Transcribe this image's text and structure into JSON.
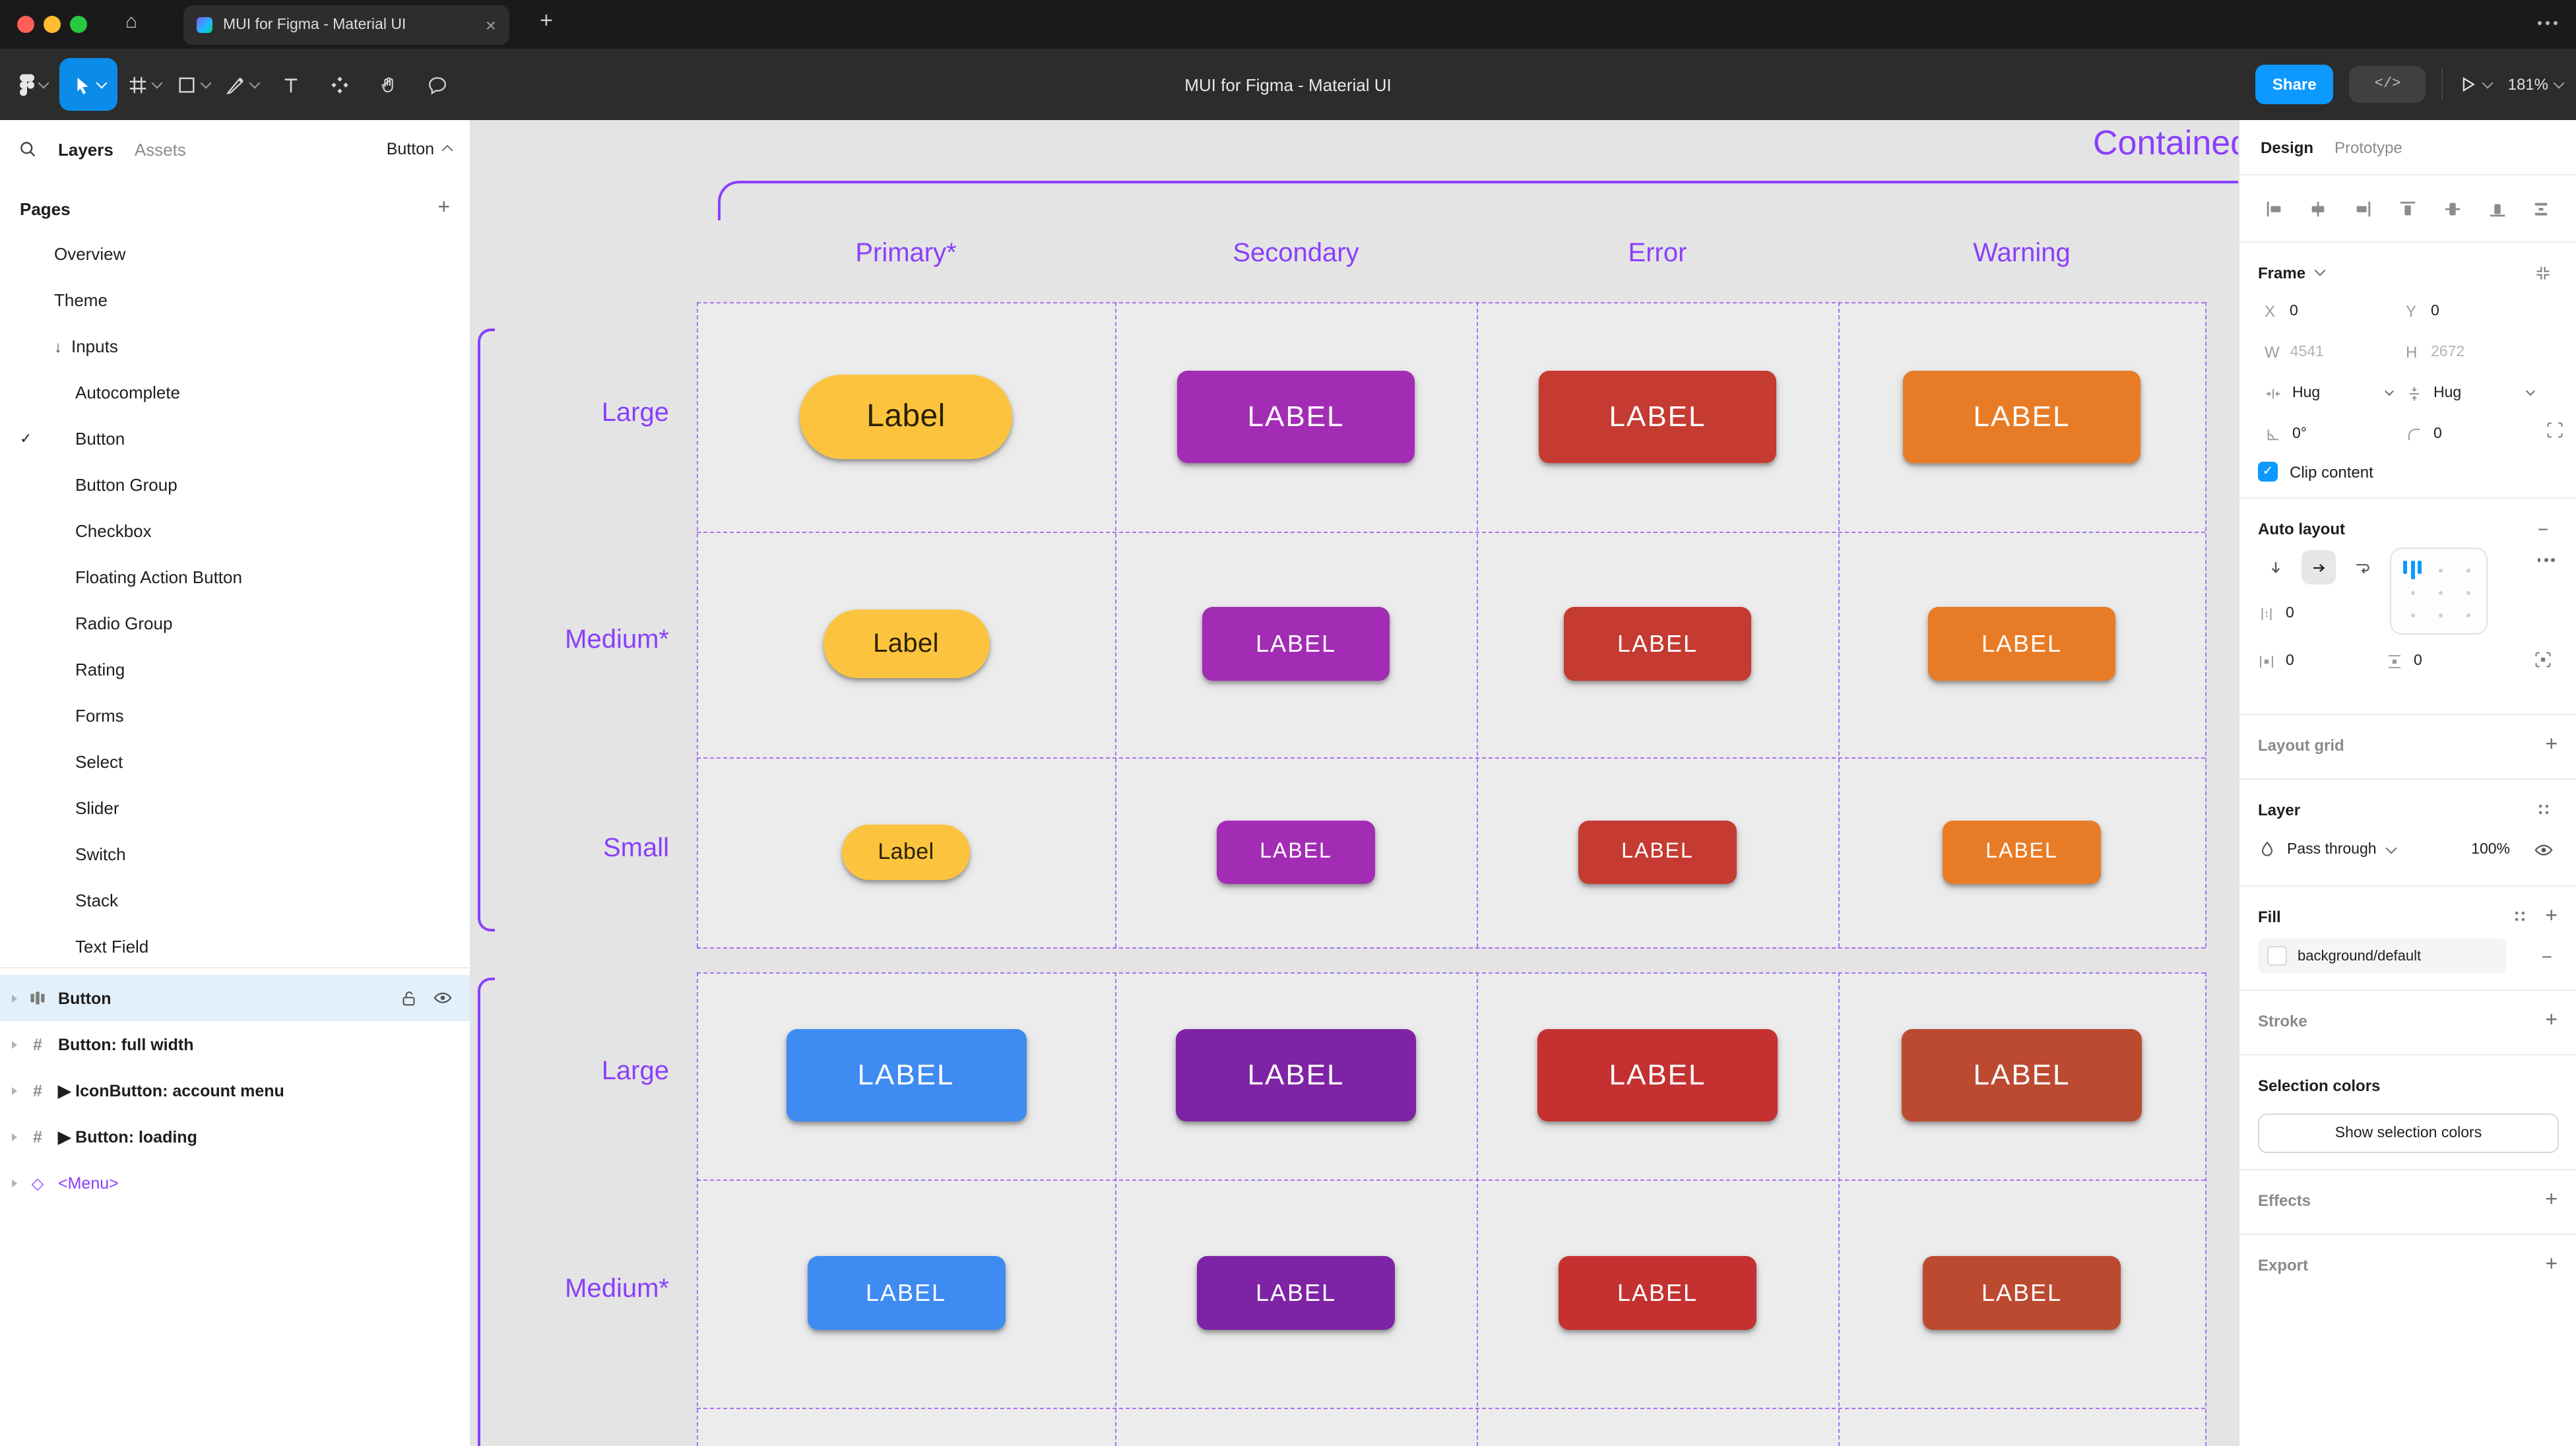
{
  "accent": {
    "blue": "#0d99ff",
    "purple": "#8a3ffc"
  },
  "browser": {
    "tab_title": "MUI for Figma - Material UI"
  },
  "toolbar": {
    "document_title": "MUI for Figma - Material UI",
    "share_label": "Share",
    "dev_mode_label": "</>",
    "zoom_value": "181%"
  },
  "left_sidebar": {
    "tab_layers": "Layers",
    "tab_assets": "Assets",
    "page_selector": "Button",
    "pages_title": "Pages",
    "pages": [
      {
        "label": "Overview",
        "indent": 0
      },
      {
        "label": "Theme",
        "indent": 0
      },
      {
        "label": "Inputs",
        "indent": 0,
        "arrow": true
      },
      {
        "label": "Autocomplete",
        "indent": 1
      },
      {
        "label": "Button",
        "indent": 1,
        "current": true
      },
      {
        "label": "Button Group",
        "indent": 1
      },
      {
        "label": "Checkbox",
        "indent": 1
      },
      {
        "label": "Floating Action Button",
        "indent": 1
      },
      {
        "label": "Radio Group",
        "indent": 1
      },
      {
        "label": "Rating",
        "indent": 1
      },
      {
        "label": "Forms",
        "indent": 1
      },
      {
        "label": "Select",
        "indent": 1
      },
      {
        "label": "Slider",
        "indent": 1
      },
      {
        "label": "Switch",
        "indent": 1
      },
      {
        "label": "Stack",
        "indent": 1
      },
      {
        "label": "Text Field",
        "indent": 1
      }
    ],
    "layers": [
      {
        "label": "Button",
        "icon": "autolayout",
        "selected": true
      },
      {
        "label": "Button: full width",
        "icon": "frame"
      },
      {
        "label": "▶ IconButton: account menu",
        "icon": "frame"
      },
      {
        "label": "▶ Button: loading",
        "icon": "frame"
      },
      {
        "label": "<Menu>",
        "icon": "instance"
      }
    ]
  },
  "canvas": {
    "frame_title": "Contained",
    "columns": [
      "Primary*",
      "Secondary",
      "Error",
      "Warning"
    ],
    "row_labels": [
      "Large",
      "Medium*",
      "Small",
      "Large",
      "Medium*"
    ],
    "cells": [
      [
        {
          "label": "Label",
          "bg": "#fcc43e",
          "fg": "#2b2103"
        },
        {
          "label": "LABEL",
          "bg": "#a32cb5",
          "fg": "#ffffff"
        },
        {
          "label": "LABEL",
          "bg": "#c53a31",
          "fg": "#ffffff"
        },
        {
          "label": "LABEL",
          "bg": "#e87c26",
          "fg": "#ffffff"
        }
      ],
      [
        {
          "label": "Label",
          "bg": "#fcc43e",
          "fg": "#2b2103"
        },
        {
          "label": "LABEL",
          "bg": "#a32cb5",
          "fg": "#ffffff"
        },
        {
          "label": "LABEL",
          "bg": "#c53a31",
          "fg": "#ffffff"
        },
        {
          "label": "LABEL",
          "bg": "#e87c26",
          "fg": "#ffffff"
        }
      ],
      [
        {
          "label": "Label",
          "bg": "#fcc43e",
          "fg": "#2b2103"
        },
        {
          "label": "LABEL",
          "bg": "#a32cb5",
          "fg": "#ffffff"
        },
        {
          "label": "LABEL",
          "bg": "#c53a31",
          "fg": "#ffffff"
        },
        {
          "label": "LABEL",
          "bg": "#e87c26",
          "fg": "#ffffff"
        }
      ],
      [
        {
          "label": "LABEL",
          "bg": "#3e8bf2",
          "fg": "#ffffff"
        },
        {
          "label": "LABEL",
          "bg": "#7e23a5",
          "fg": "#ffffff"
        },
        {
          "label": "LABEL",
          "bg": "#c53131",
          "fg": "#ffffff"
        },
        {
          "label": "LABEL",
          "bg": "#bc4a31",
          "fg": "#ffffff"
        }
      ],
      [
        {
          "label": "LABEL",
          "bg": "#3e8bf2",
          "fg": "#ffffff"
        },
        {
          "label": "LABEL",
          "bg": "#7e23a5",
          "fg": "#ffffff"
        },
        {
          "label": "LABEL",
          "bg": "#c53131",
          "fg": "#ffffff"
        },
        {
          "label": "LABEL",
          "bg": "#bc4a31",
          "fg": "#ffffff"
        }
      ]
    ]
  },
  "right_panel": {
    "tab_design": "Design",
    "tab_prototype": "Prototype",
    "frame": {
      "title": "Frame",
      "x_label": "X",
      "x_value": "0",
      "y_label": "Y",
      "y_value": "0",
      "w_label": "W",
      "w_value": "4541",
      "h_label": "H",
      "h_value": "2672",
      "sizing_h": "Hug",
      "sizing_v": "Hug",
      "rotation": "0°",
      "corner_radius": "0",
      "clip_content": "Clip content"
    },
    "auto_layout": {
      "title": "Auto layout",
      "gap": "0",
      "padding_h": "0",
      "padding_v": "0"
    },
    "layout_grid": {
      "title": "Layout grid"
    },
    "layer": {
      "title": "Layer",
      "blend_mode": "Pass through",
      "opacity": "100%"
    },
    "fill": {
      "title": "Fill",
      "style_name": "background/default"
    },
    "stroke": {
      "title": "Stroke"
    },
    "selection_colors": {
      "title": "Selection colors",
      "button_label": "Show selection colors"
    },
    "effects": {
      "title": "Effects"
    },
    "export": {
      "title": "Export"
    }
  }
}
